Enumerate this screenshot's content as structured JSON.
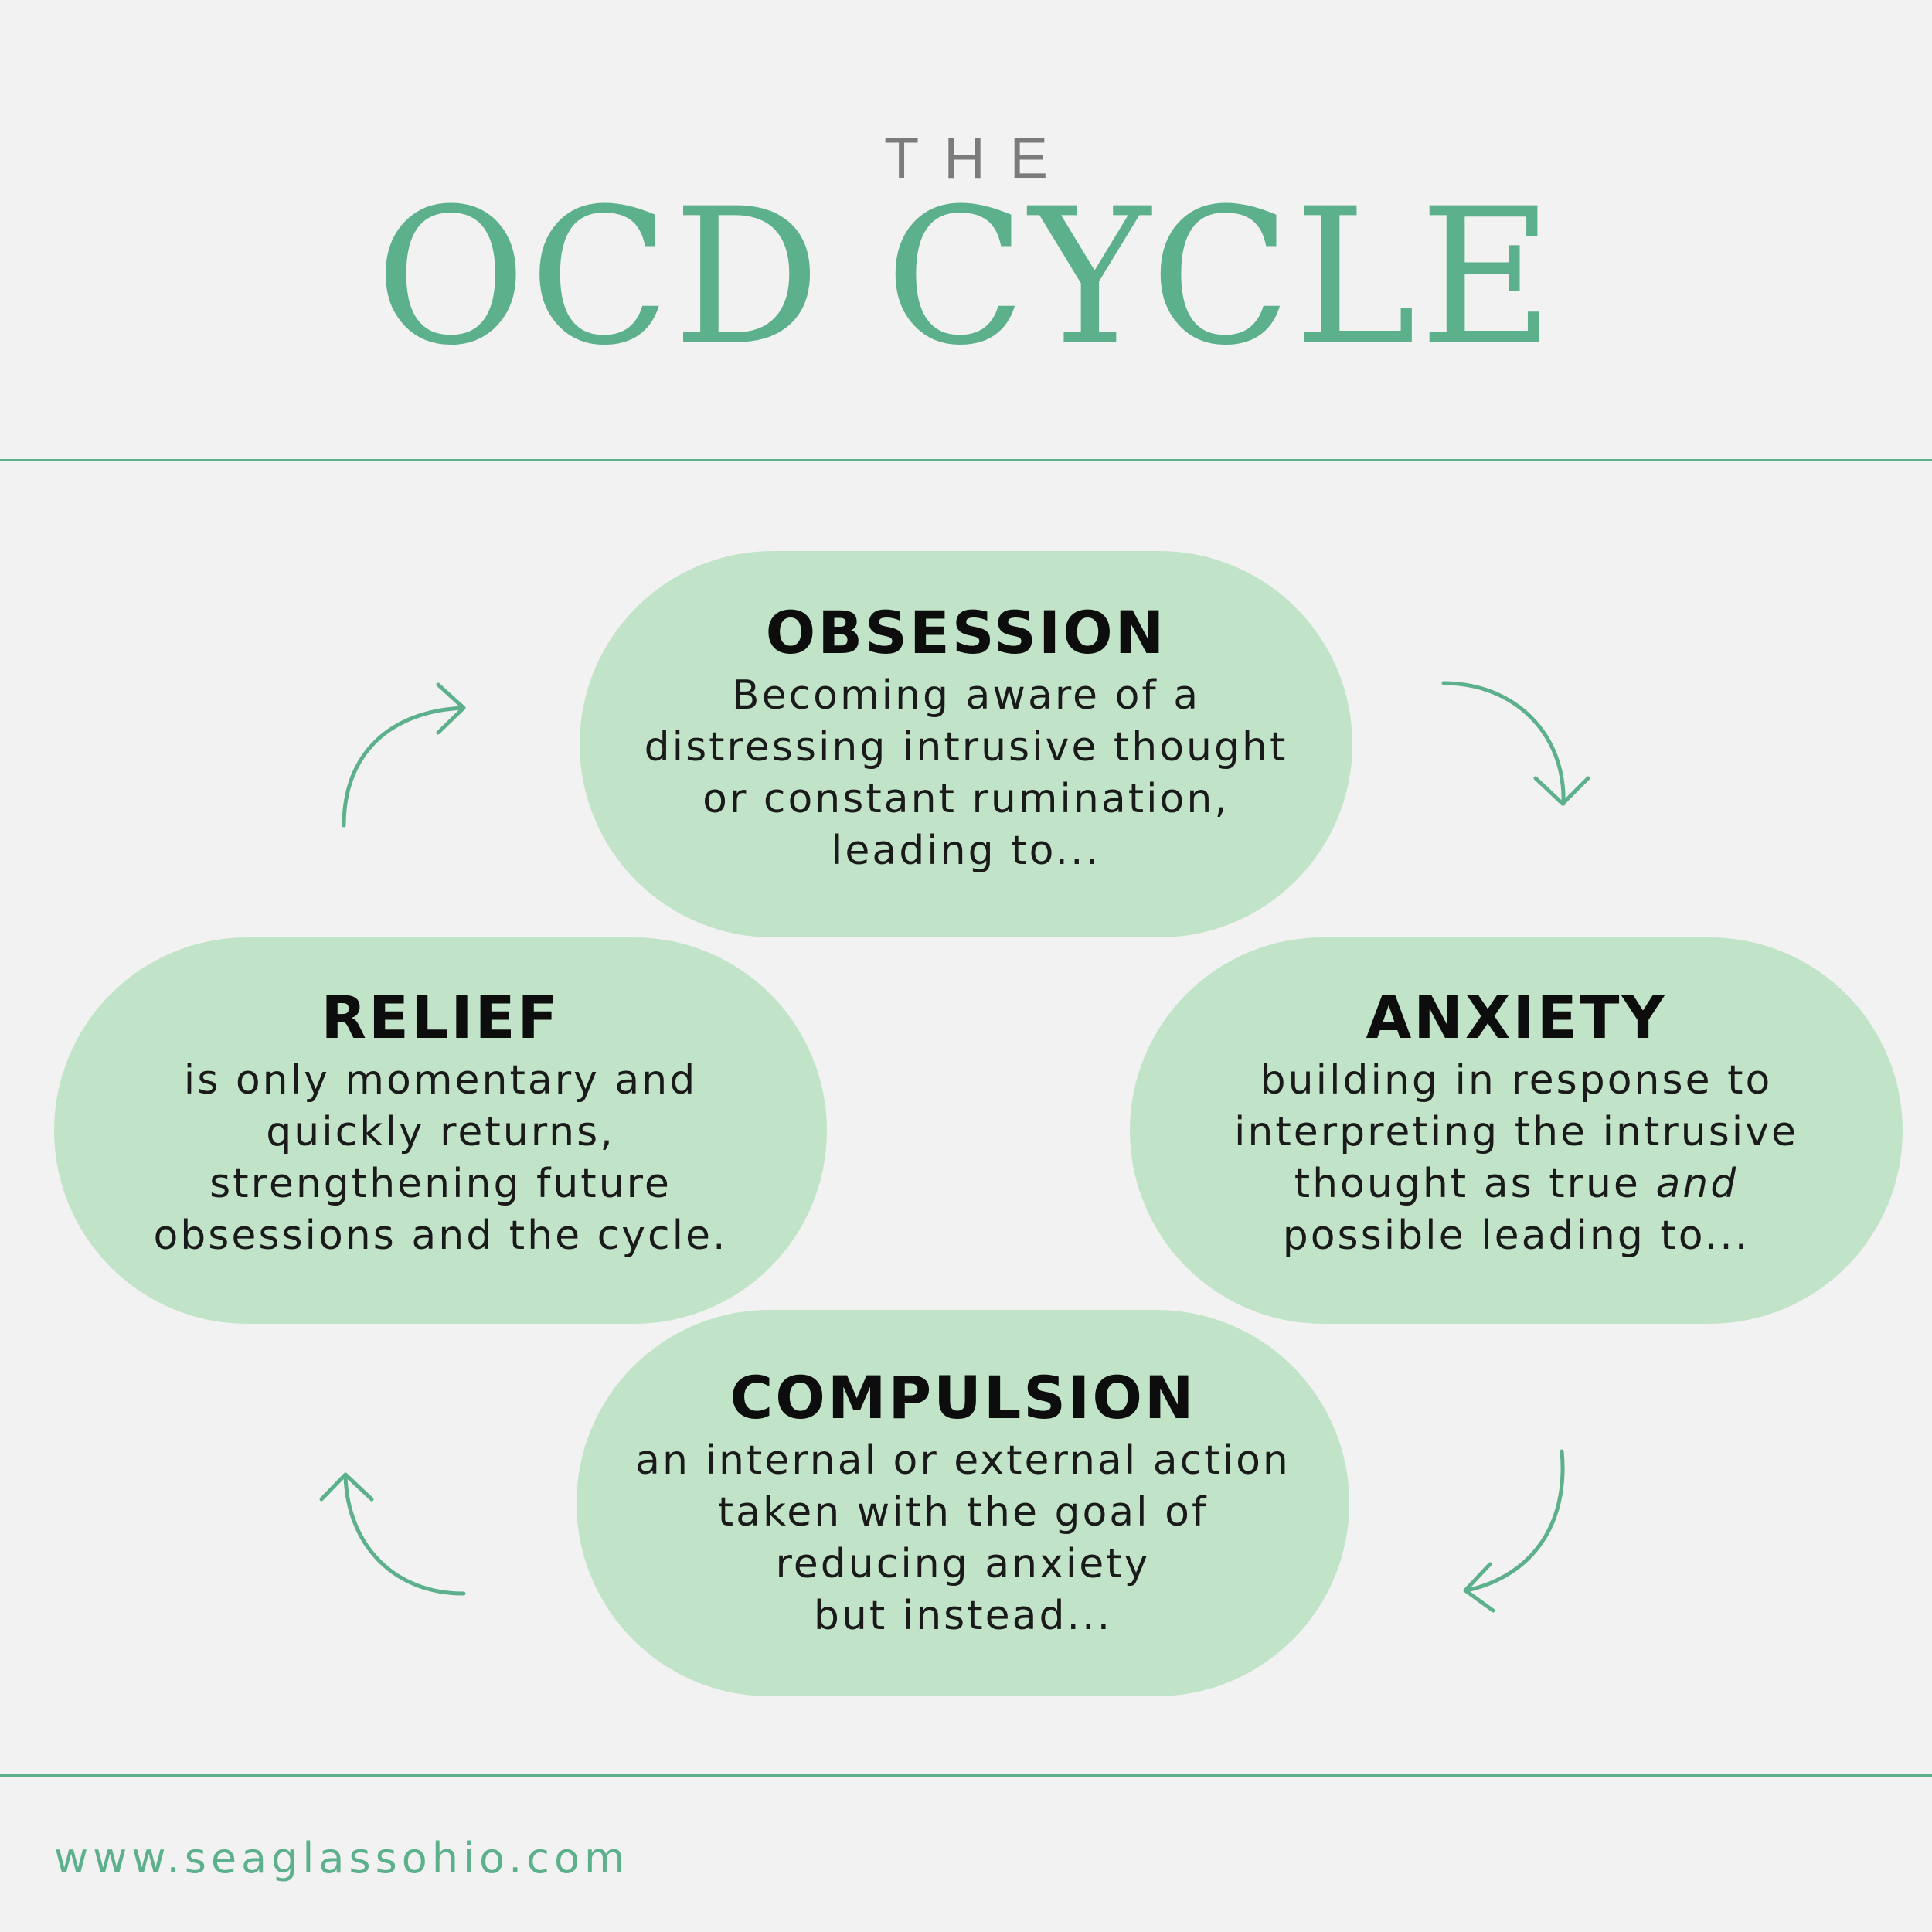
{
  "header": {
    "pretitle": "THE",
    "title": "OCD CYCLE"
  },
  "stages": {
    "obsession": {
      "heading": "OBSESSION",
      "lines": [
        "Becoming aware of a",
        "distressing intrusive thought",
        "or constant rumination,",
        "leading to..."
      ]
    },
    "anxiety": {
      "heading": "ANXIETY",
      "lines": [
        "building in response to",
        "interpreting the intrusive",
        "thought as true",
        "and",
        "possible leading to..."
      ]
    },
    "compulsion": {
      "heading": "COMPULSION",
      "lines": [
        "an internal or external action",
        "taken with the goal of",
        "reducing anxiety",
        "but instead..."
      ]
    },
    "relief": {
      "heading": "RELIEF",
      "lines": [
        "is only momentary and",
        "quickly returns,",
        "strengthening future",
        "obsessions and the cycle."
      ]
    }
  },
  "footer": {
    "website": "www.seaglassohio.com"
  },
  "colors": {
    "accent": "#5cb08c",
    "pill": "#c1e3c8",
    "background": "#f1f2f1",
    "pretitle": "#7b7b7b"
  },
  "icons": [
    "arrow-obsession-to-anxiety-icon",
    "arrow-anxiety-to-compulsion-icon",
    "arrow-compulsion-to-relief-icon",
    "arrow-relief-to-obsession-icon"
  ]
}
